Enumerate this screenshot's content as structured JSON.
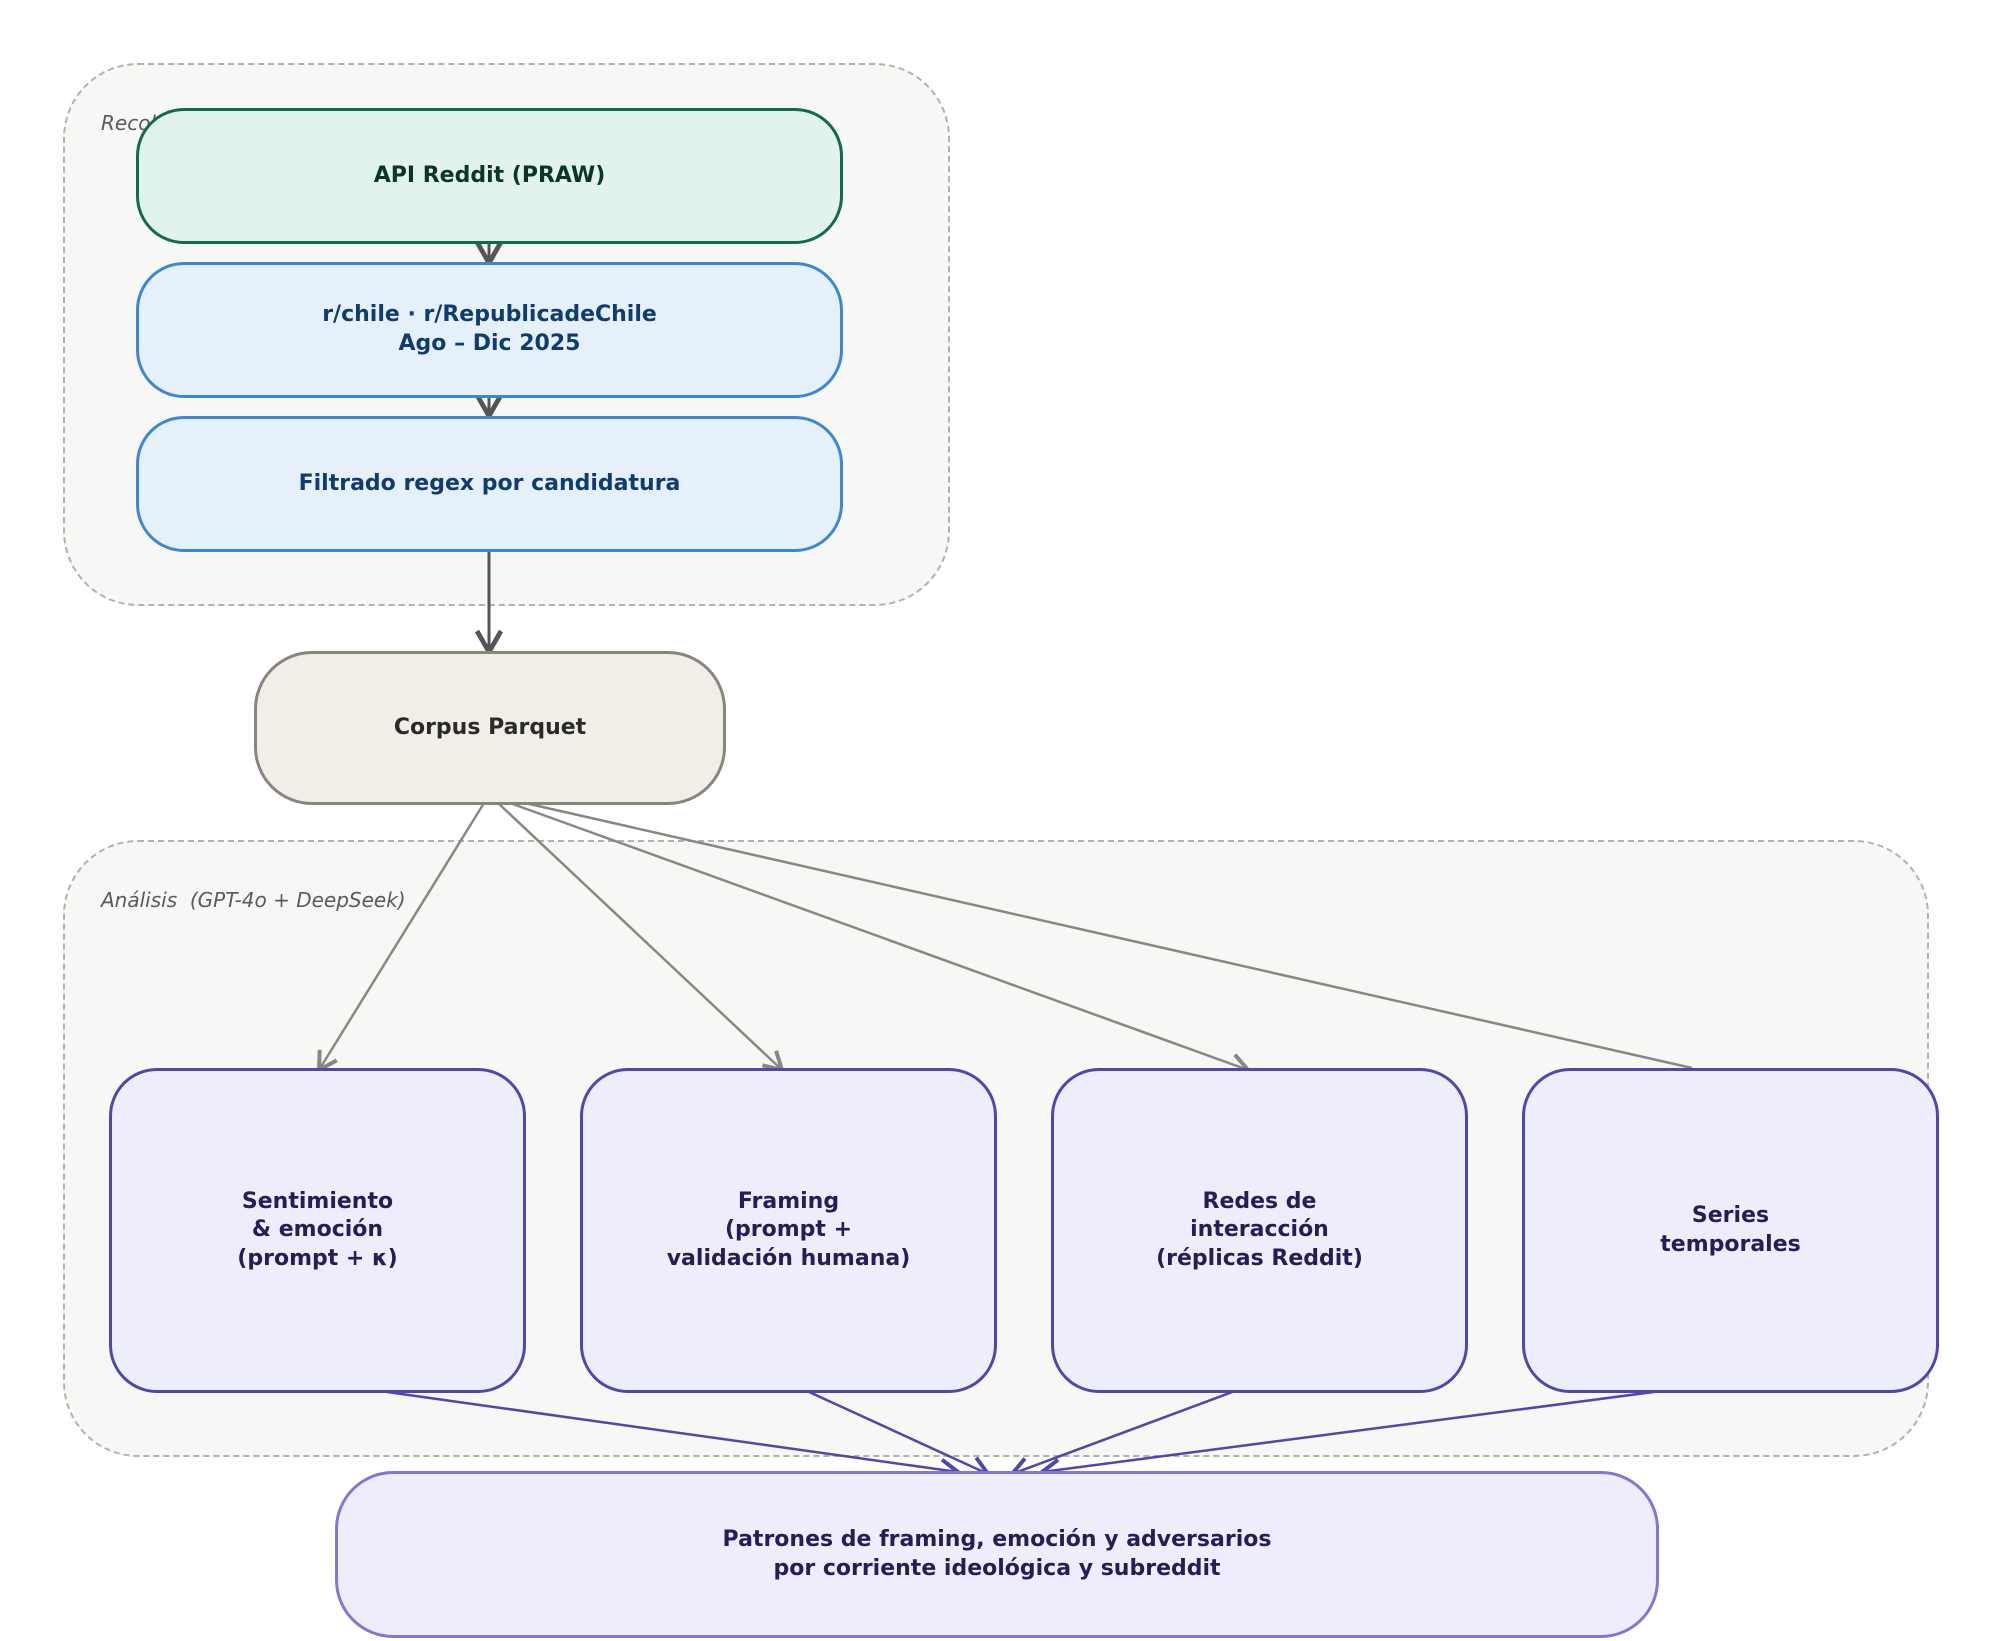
{
  "groups": {
    "collection": {
      "label": "Recol"
    },
    "analysis": {
      "label": "Análisis  (GPT-4o + DeepSeek)"
    }
  },
  "nodes": {
    "api": "API Reddit (PRAW)",
    "subreddits": "r/chile  ·  r/RepublicadeChile\nAgo – Dic 2025",
    "regex": "Filtrado regex por candidatura",
    "corpus": "Corpus Parquet",
    "sentiment": "Sentimiento\n& emoción\n(prompt + κ)",
    "framing": "Framing\n(prompt +\nvalidación humana)",
    "networks": "Redes de\ninteracción\n(réplicas Reddit)",
    "series": "Series\ntemporales",
    "output": "Patrones de framing, emoción y adversarios\npor corriente ideológica y subreddit"
  },
  "colors": {
    "group_fill": "#f7f7f5",
    "group_border": "#b2b2ac",
    "api_fill": "#e1f3ec",
    "api_border": "#0f6b4c",
    "step_fill": "#e5f0fb",
    "step_border": "#3a88d4",
    "corpus_fill": "#f1eee8",
    "corpus_border": "#88857c",
    "analysis_fill": "#eeedfc",
    "analysis_border": "#4f46ae",
    "output_border": "#8377d0"
  }
}
